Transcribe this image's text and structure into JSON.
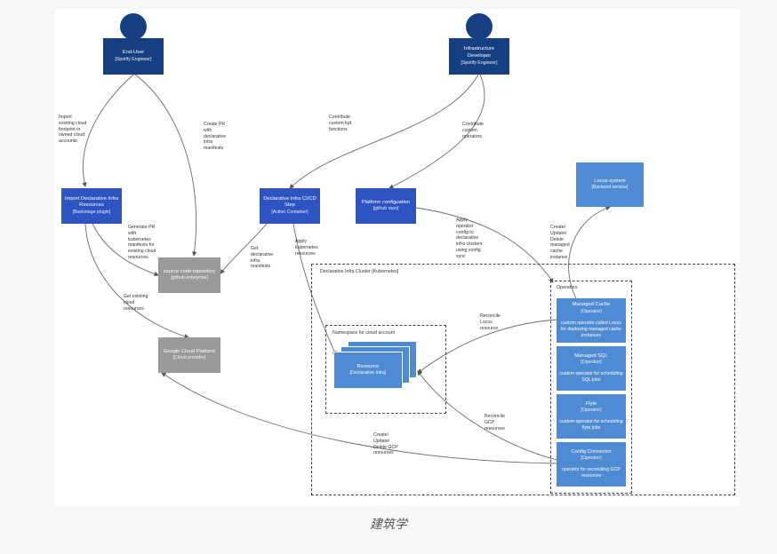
{
  "caption": "建筑学",
  "actors": {
    "end_user": {
      "title": "End-User",
      "sub": "[Spotify Engineer]"
    },
    "infra_dev": {
      "title": "Infrastructure Developer",
      "sub": "[Spotify Engineer]"
    }
  },
  "boxes": {
    "import": {
      "title": "Import Declarative Infra Resources",
      "sub": "[Backstage plugin]"
    },
    "cicd": {
      "title": "Declarative Infra CI/CD Step",
      "sub": "[Action Container]"
    },
    "platform": {
      "title": "Platform configuation",
      "sub": "[github repo]"
    },
    "locus": {
      "title": "Locus system",
      "sub": "[Backend service]"
    },
    "repo": {
      "title": "source code repository",
      "sub": "[github enterprise]"
    },
    "gcp": {
      "title": "Google Cloud Platform",
      "sub": "[Cloud provider]"
    },
    "resource": {
      "title": "Resource",
      "sub": "[Declarative Infra]"
    }
  },
  "containers": {
    "cluster": "Declarative Infra Cluster [Kubernetes]",
    "namespace": "Namespace for cloud account",
    "operators": "Operators"
  },
  "operators": [
    {
      "title": "Managed Cache",
      "sub": "[Operator]",
      "desc": "custom operator called Locus for deploying managed cache instances"
    },
    {
      "title": "Managed SQL",
      "sub": "[Operator]",
      "desc": "custom operator for scheduling SQL jobs"
    },
    {
      "title": "Flyte",
      "sub": "[Operator]",
      "desc": "custom operator for scheduling flyte jobs"
    },
    {
      "title": "Config Connector",
      "sub": "[Operator]",
      "desc": "operator for reconciling GCP resources"
    }
  ],
  "labels": {
    "import_cloud": "Import\nexisting cloud\nfootprint in\nowned cloud\naccounts",
    "create_pr": "Create PR\nwith\ndeclarative\ninfra\nmanifests",
    "contribute_kpt": "Contribute\ncustom kpt\nfunctions",
    "contribute_ops": "Contribute\ncustom\noperators",
    "generate_pr": "Generate PR\nwith\nkubernetes\nmanifests for\nexisting cloud\nresources",
    "get_manifests": "Get\ndeclarative\ninfra\nmanifests",
    "apply_k8s": "Apply\nkubernetes\nresources",
    "apply_config": "Apply\noperator\nconfig to\ndeclarative\ninfra clusters\nusing config\nsync",
    "cud_cache": "Create/\nUpdate/\nDelete\nmanaged\ncache\ninstance",
    "get_existing": "Get existing\ncloud\nresources",
    "reconcile_locus": "Reconcile\nLocus\nresource",
    "reconcile_gcp": "Reconcile\nGCP\nresources",
    "cud_gcp": "Create/\nUpdate/\nDelete GCP\nresources"
  },
  "colors": {
    "navy": "#153f82",
    "royal": "#2d54c0",
    "sky": "#4f8bd2",
    "grey": "#9a9a9a"
  }
}
